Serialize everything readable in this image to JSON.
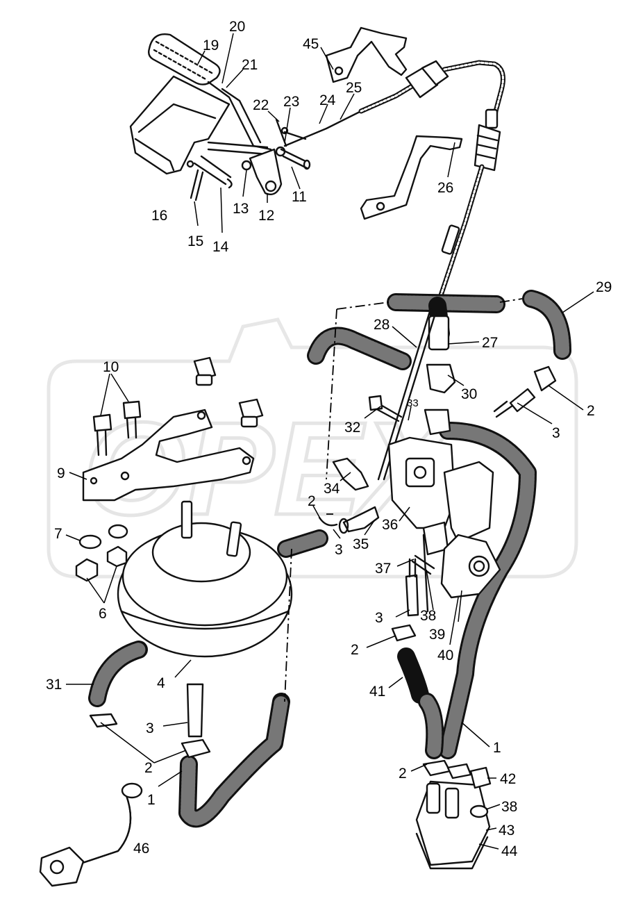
{
  "watermark": {
    "text": "OPEX"
  },
  "callouts": [
    {
      "id": "c20",
      "text": "20"
    },
    {
      "id": "c19",
      "text": "19"
    },
    {
      "id": "c21",
      "text": "21"
    },
    {
      "id": "c45",
      "text": "45"
    },
    {
      "id": "c25",
      "text": "25"
    },
    {
      "id": "c24",
      "text": "24"
    },
    {
      "id": "c23",
      "text": "23"
    },
    {
      "id": "c22",
      "text": "22"
    },
    {
      "id": "c26",
      "text": "26"
    },
    {
      "id": "c11",
      "text": "11"
    },
    {
      "id": "c12",
      "text": "12"
    },
    {
      "id": "c13",
      "text": "13"
    },
    {
      "id": "c16",
      "text": "16"
    },
    {
      "id": "c15",
      "text": "15"
    },
    {
      "id": "c14",
      "text": "14"
    },
    {
      "id": "c29",
      "text": "29"
    },
    {
      "id": "c28",
      "text": "28"
    },
    {
      "id": "c27",
      "text": "27"
    },
    {
      "id": "c30",
      "text": "30"
    },
    {
      "id": "c2a",
      "text": "2"
    },
    {
      "id": "c3a",
      "text": "3"
    },
    {
      "id": "c10",
      "text": "10"
    },
    {
      "id": "c33",
      "text": "33"
    },
    {
      "id": "c32",
      "text": "32"
    },
    {
      "id": "c9",
      "text": "9"
    },
    {
      "id": "c34",
      "text": "34"
    },
    {
      "id": "c2b",
      "text": "2"
    },
    {
      "id": "c3b",
      "text": "3"
    },
    {
      "id": "c35",
      "text": "35"
    },
    {
      "id": "c36",
      "text": "36"
    },
    {
      "id": "c7",
      "text": "7"
    },
    {
      "id": "c6",
      "text": "6"
    },
    {
      "id": "c37",
      "text": "37"
    },
    {
      "id": "c38a",
      "text": "38"
    },
    {
      "id": "c39",
      "text": "39"
    },
    {
      "id": "c3c",
      "text": "3"
    },
    {
      "id": "c2c",
      "text": "2"
    },
    {
      "id": "c40",
      "text": "40"
    },
    {
      "id": "c31",
      "text": "31"
    },
    {
      "id": "c4",
      "text": "4"
    },
    {
      "id": "c41",
      "text": "41"
    },
    {
      "id": "c3d",
      "text": "3"
    },
    {
      "id": "c1a",
      "text": "1"
    },
    {
      "id": "c2d",
      "text": "2"
    },
    {
      "id": "c1b",
      "text": "1"
    },
    {
      "id": "c2e",
      "text": "2"
    },
    {
      "id": "c42",
      "text": "42"
    },
    {
      "id": "c38b",
      "text": "38"
    },
    {
      "id": "c43",
      "text": "43"
    },
    {
      "id": "c44",
      "text": "44"
    },
    {
      "id": "c46",
      "text": "46"
    }
  ]
}
